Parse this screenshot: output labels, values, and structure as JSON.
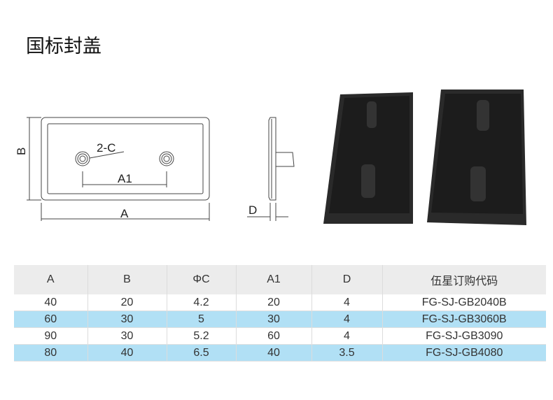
{
  "title": "国标封盖",
  "drawing": {
    "label_a": "A",
    "label_b": "B",
    "label_c": "2-C",
    "label_a1": "A1",
    "label_d": "D"
  },
  "table": {
    "headers": [
      "A",
      "B",
      "ΦC",
      "A1",
      "D",
      "伍星订购代码"
    ],
    "rows": [
      [
        "40",
        "20",
        "4.2",
        "20",
        "4",
        "FG-SJ-GB2040B"
      ],
      [
        "60",
        "30",
        "5",
        "30",
        "4",
        "FG-SJ-GB3060B"
      ],
      [
        "90",
        "30",
        "5.2",
        "60",
        "4",
        "FG-SJ-GB3090"
      ],
      [
        "80",
        "40",
        "6.5",
        "40",
        "3.5",
        "FG-SJ-GB4080"
      ]
    ]
  }
}
